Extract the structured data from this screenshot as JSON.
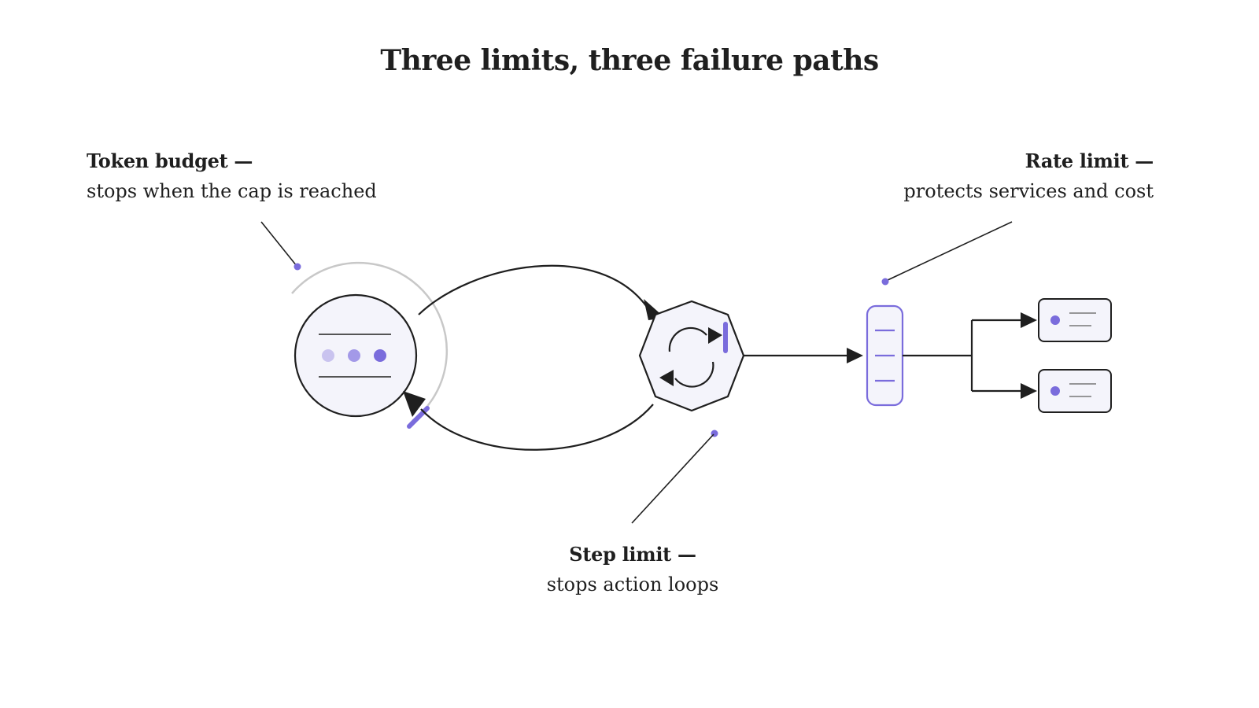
{
  "title": "Three limits, three failure paths",
  "callouts": {
    "token_budget": {
      "heading": "Token budget —",
      "description": "stops when the cap is reached"
    },
    "rate_limit": {
      "heading": "Rate limit —",
      "description": "protects services and cost"
    },
    "step_limit": {
      "heading": "Step limit —",
      "description": "stops action loops"
    }
  },
  "colors": {
    "ink": "#1f1f1f",
    "accent": "#7a6cdc",
    "node_fill": "#f4f4fb",
    "budget_ring": "#c8c8c8",
    "dot_light": "#c9c3ef",
    "dot_mid": "#a399e8"
  },
  "icons": {
    "token_node": "document-with-dots-icon",
    "step_node": "cycle-arrows-icon",
    "rate_node": "queue-gate-icon",
    "services": "service-card-icon"
  }
}
